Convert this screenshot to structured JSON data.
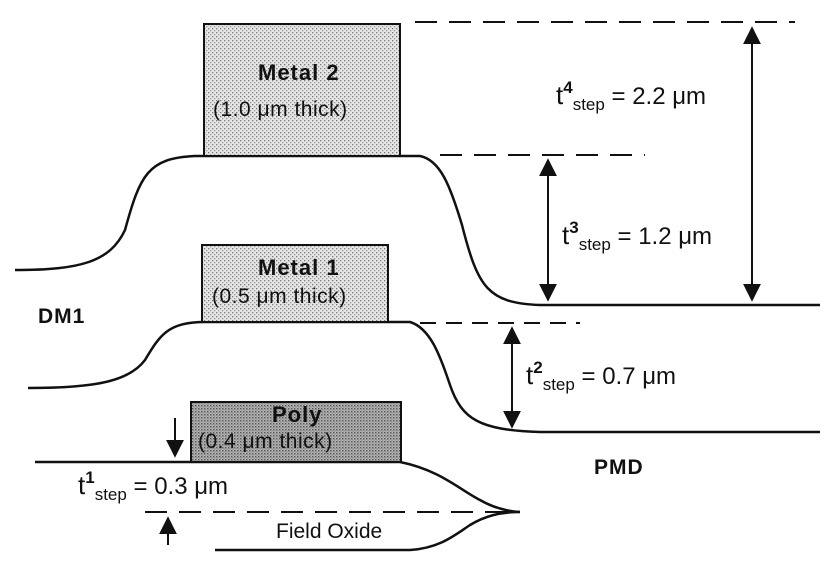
{
  "blocks": {
    "metal2": {
      "title": "Metal 2",
      "thickness": "(1.0 μm thick)"
    },
    "metal1": {
      "title": "Metal 1",
      "thickness": "(0.5 μm thick)"
    },
    "poly": {
      "title": "Poly",
      "thickness": "(0.4 μm thick)"
    }
  },
  "layers": {
    "dm1": "DM1",
    "pmd": "PMD",
    "field_oxide": "Field Oxide"
  },
  "steps": [
    {
      "symbol": "t",
      "superscript": "1",
      "subscript": "step",
      "value": "= 0.3 μm"
    },
    {
      "symbol": "t",
      "superscript": "2",
      "subscript": "step",
      "value": "= 0.7 μm"
    },
    {
      "symbol": "t",
      "superscript": "3",
      "subscript": "step",
      "value": "= 1.2 μm"
    },
    {
      "symbol": "t",
      "superscript": "4",
      "subscript": "step",
      "value": "= 2.2 μm"
    }
  ]
}
